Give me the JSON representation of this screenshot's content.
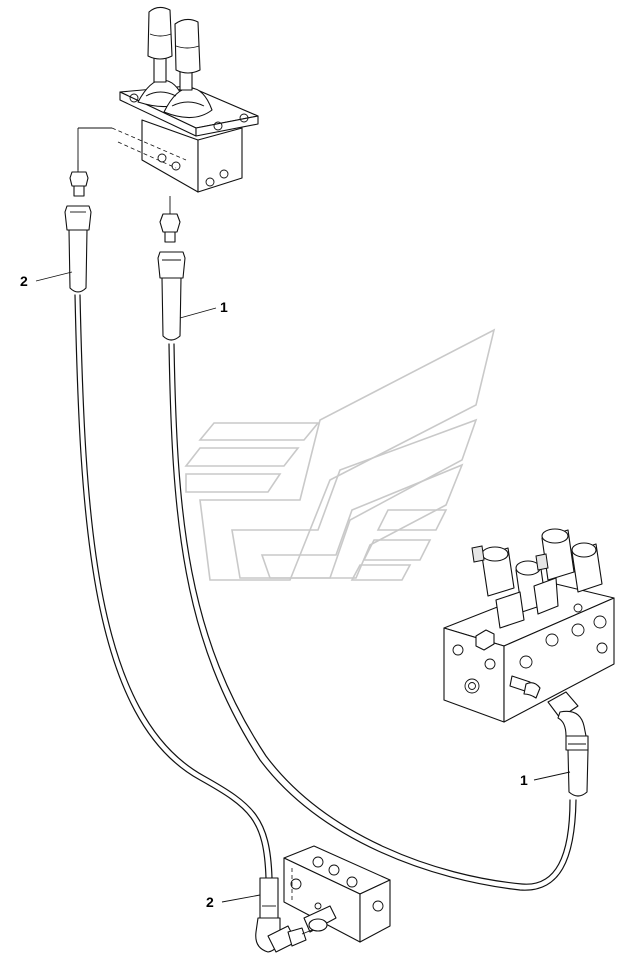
{
  "callouts": [
    {
      "id": "callout-2-top",
      "label": "2"
    },
    {
      "id": "callout-1-top",
      "label": "1"
    },
    {
      "id": "callout-1-right",
      "label": "1"
    },
    {
      "id": "callout-2-bottom",
      "label": "2"
    }
  ]
}
